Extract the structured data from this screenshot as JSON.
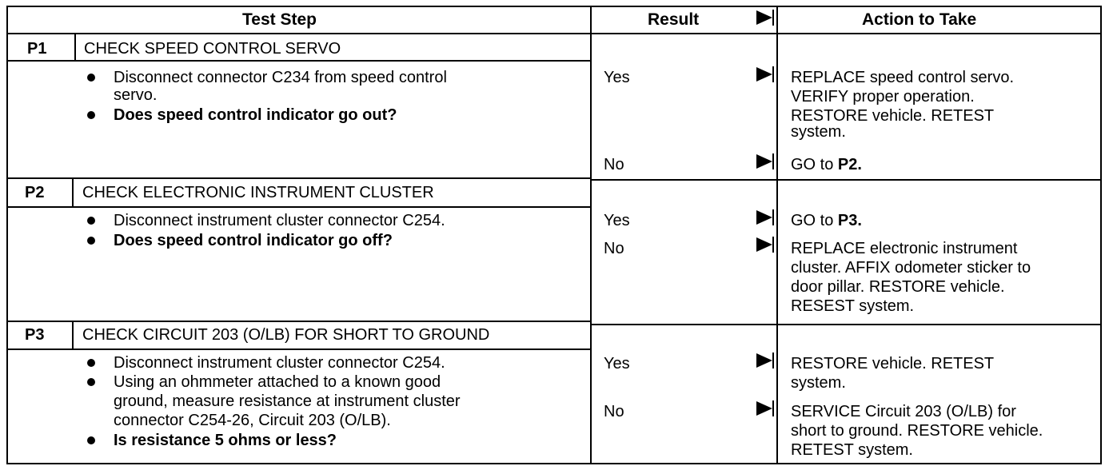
{
  "header": {
    "test_step": "Test Step",
    "result": "Result",
    "action": "Action to Take"
  },
  "steps": [
    {
      "id": "P1",
      "title": "CHECK SPEED CONTROL SERVO",
      "bullets": [
        {
          "lines": [
            "Disconnect connector C234 from speed control",
            "servo."
          ],
          "bold": false
        },
        {
          "lines": [
            "Does speed control indicator go out?"
          ],
          "bold": true
        }
      ],
      "results": [
        {
          "result": "Yes",
          "action_lines": [
            "REPLACE speed control servo.",
            "VERIFY proper operation.",
            "RESTORE vehicle. RETEST",
            "system."
          ]
        },
        {
          "result": "No",
          "action_prefix": "GO to ",
          "action_ref": "P2."
        }
      ]
    },
    {
      "id": "P2",
      "title": "CHECK ELECTRONIC INSTRUMENT CLUSTER",
      "bullets": [
        {
          "lines": [
            "Disconnect instrument cluster connector C254."
          ],
          "bold": false
        },
        {
          "lines": [
            "Does speed control indicator go off?"
          ],
          "bold": true
        }
      ],
      "results": [
        {
          "result": "Yes",
          "action_prefix": "GO to ",
          "action_ref": "P3."
        },
        {
          "result": "No",
          "action_lines": [
            "REPLACE electronic instrument",
            "cluster. AFFIX odometer sticker to",
            "door pillar. RESTORE vehicle.",
            "RESEST system."
          ]
        }
      ]
    },
    {
      "id": "P3",
      "title": "CHECK CIRCUIT 203 (O/LB) FOR SHORT TO GROUND",
      "bullets": [
        {
          "lines": [
            "Disconnect instrument cluster connector C254."
          ],
          "bold": false
        },
        {
          "lines": [
            "Using an ohmmeter attached to a known good",
            "ground, measure resistance at instrument cluster",
            "connector C254-26, Circuit 203 (O/LB)."
          ],
          "bold": false
        },
        {
          "lines": [
            "Is resistance 5 ohms or less?"
          ],
          "bold": true
        }
      ],
      "results": [
        {
          "result": "Yes",
          "action_lines": [
            "RESTORE vehicle. RETEST",
            "system."
          ]
        },
        {
          "result": "No",
          "action_lines": [
            "SERVICE Circuit 203 (O/LB) for",
            "short to ground. RESTORE vehicle.",
            "RETEST system."
          ]
        }
      ]
    }
  ]
}
